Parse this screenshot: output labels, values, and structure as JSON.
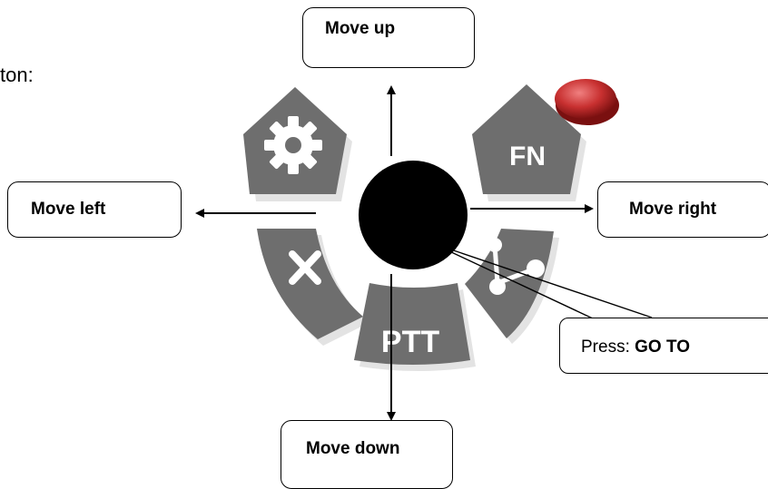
{
  "intro_fragment": "ton:",
  "labels": {
    "up": "Move up",
    "left": "Move left",
    "right": "Move right",
    "down": "Move down",
    "press_prefix": "Press: ",
    "press_action": "GO TO"
  },
  "keys": {
    "fn": "FN",
    "ptt": "PTT"
  },
  "colors": {
    "key_fill": "#6e6e6e",
    "key_shadow": "#e3e3e3",
    "center": "#000000",
    "led": "#cc3333"
  }
}
